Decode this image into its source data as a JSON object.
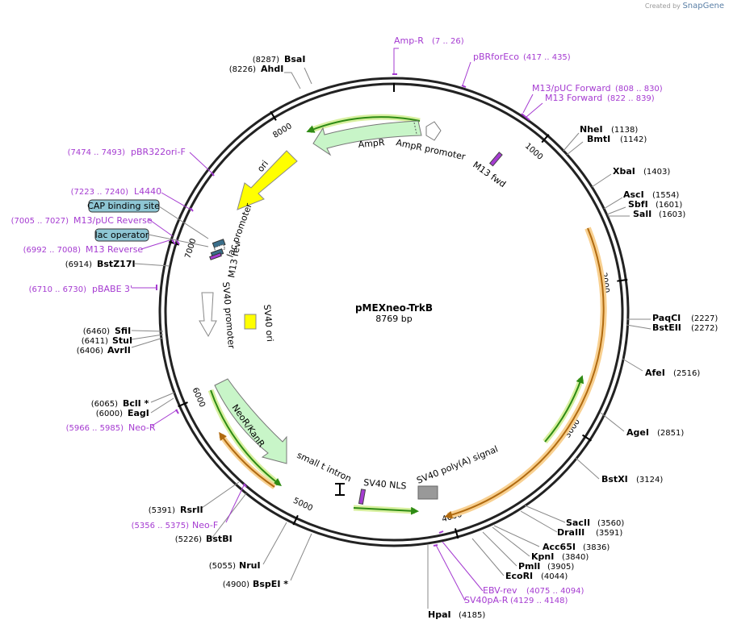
{
  "credit": {
    "prefix": "Created by",
    "app": "SnapGene"
  },
  "map": {
    "name": "pMEXneo-TrkB",
    "length_label": "8769 bp",
    "length": 8769
  },
  "ticks": [
    "1000",
    "2000",
    "3000",
    "4000",
    "5000",
    "6000",
    "7000",
    "8000"
  ],
  "sites": [
    {
      "name": "BsaI",
      "pos": "(8287)"
    },
    {
      "name": "AhdI",
      "pos": "(8226)"
    },
    {
      "name": "NheI",
      "pos": "(1138)"
    },
    {
      "name": "BmtI",
      "pos": "(1142)"
    },
    {
      "name": "XbaI",
      "pos": "(1403)"
    },
    {
      "name": "AscI",
      "pos": "(1554)"
    },
    {
      "name": "SbfI",
      "pos": "(1601)"
    },
    {
      "name": "SalI",
      "pos": "(1603)"
    },
    {
      "name": "PaqCI",
      "pos": "(2227)"
    },
    {
      "name": "BstEII",
      "pos": "(2272)"
    },
    {
      "name": "AfeI",
      "pos": "(2516)"
    },
    {
      "name": "AgeI",
      "pos": "(2851)"
    },
    {
      "name": "BstXI",
      "pos": "(3124)"
    },
    {
      "name": "SacII",
      "pos": "(3560)"
    },
    {
      "name": "DraIII",
      "pos": "(3591)"
    },
    {
      "name": "Acc65I",
      "pos": "(3836)"
    },
    {
      "name": "KpnI",
      "pos": "(3840)"
    },
    {
      "name": "PmlI",
      "pos": "(3905)"
    },
    {
      "name": "EcoRI",
      "pos": "(4044)"
    },
    {
      "name": "HpaI",
      "pos": "(4185)"
    },
    {
      "name": "BspEI *",
      "pos": "(4900)"
    },
    {
      "name": "NruI",
      "pos": "(5055)"
    },
    {
      "name": "BstBI",
      "pos": "(5226)"
    },
    {
      "name": "RsrII",
      "pos": "(5391)"
    },
    {
      "name": "EagI",
      "pos": "(6000)"
    },
    {
      "name": "BclI *",
      "pos": "(6065)"
    },
    {
      "name": "AvrII",
      "pos": "(6406)"
    },
    {
      "name": "StuI",
      "pos": "(6411)"
    },
    {
      "name": "SfiI",
      "pos": "(6460)"
    },
    {
      "name": "BstZ17I",
      "pos": "(6914)"
    }
  ],
  "primers": [
    {
      "name": "Amp-R",
      "range": "(7 .. 26)"
    },
    {
      "name": "pBRforEco",
      "range": "(417 .. 435)"
    },
    {
      "name": "M13/pUC Forward",
      "range": "(808 .. 830)"
    },
    {
      "name": "M13 Forward",
      "range": "(822 .. 839)"
    },
    {
      "name": "EBV-rev",
      "range": "(4075 .. 4094)"
    },
    {
      "name": "SV40pA-R",
      "range": "(4129 .. 4148)"
    },
    {
      "name": "Neo-F",
      "range": "(5356 .. 5375)"
    },
    {
      "name": "Neo-R",
      "range": "(5966 .. 5985)"
    },
    {
      "name": "pBABE 3'",
      "range": "(6710 .. 6730)"
    },
    {
      "name": "M13 Reverse",
      "range": "(6992 .. 7008)"
    },
    {
      "name": "M13/pUC Reverse",
      "range": "(7005 .. 7027)"
    },
    {
      "name": "L4440",
      "range": "(7223 .. 7240)"
    },
    {
      "name": "pBR322ori-F",
      "range": "(7474 .. 7493)"
    }
  ],
  "features": {
    "ampr": "AmpR",
    "ampr_promoter": "AmpR promoter",
    "m13_fwd": "M13 fwd",
    "ori": "ori",
    "lac_promoter": "lac promoter",
    "m13_rev": "M13 rev",
    "sv40_promoter": "SV40 promoter",
    "sv40_ori": "SV40 ori",
    "neo": "NeoR/KanR",
    "small_t": "small t intron",
    "sv40_nls": "SV40 NLS",
    "sv40_polya": "SV40 poly(A) signal"
  },
  "boxes": {
    "cap": "CAP binding site",
    "lac_op": "lac operator"
  },
  "colors": {
    "primer": "#a53bd1",
    "arrow_fill": "#c8f5c8",
    "ori_fill": "#ffff00",
    "orf_green": "#2e8b14",
    "orf_glow": "#d8f0a0",
    "orf_orange": "#b06a10",
    "orf_orange_glow": "#f8d090",
    "box_fill": "#8ec6d4",
    "polya_fill": "#999999"
  }
}
